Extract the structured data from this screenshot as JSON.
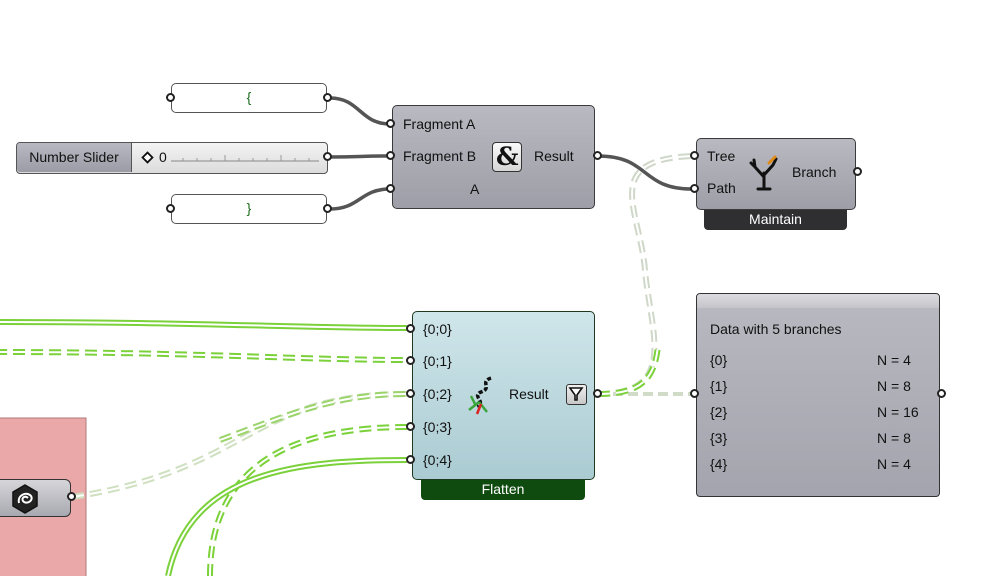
{
  "canvas": {
    "wire_green": "#7bd13a",
    "wire_grey": "#555555",
    "wire_ghost": "#c9d6c0"
  },
  "panel_open": {
    "text": "{"
  },
  "panel_close": {
    "text": "}"
  },
  "number_slider": {
    "name": "Number Slider",
    "value": "0"
  },
  "concatenate": {
    "inputs": [
      "Fragment A",
      "Fragment B",
      "A"
    ],
    "output": "Result",
    "icon": "ampersand-icon"
  },
  "tree_branch": {
    "inputs": [
      "Tree",
      "Path"
    ],
    "output": "Branch",
    "footer": "Maintain",
    "icon": "tree-icon"
  },
  "flatten": {
    "inputs": [
      "{0;0}",
      "{0;1}",
      "{0;2}",
      "{0;3}",
      "{0;4}"
    ],
    "output": "Result",
    "footer": "Flatten",
    "icon": "flatten-helix-icon",
    "accent": "#c5e0e5",
    "footer_color": "#0f4a0f"
  },
  "data_panel": {
    "header": "Data with 5 branches",
    "rows": [
      {
        "path": "{0}",
        "count": "N = 4"
      },
      {
        "path": "{1}",
        "count": "N = 8"
      },
      {
        "path": "{2}",
        "count": "N = 16"
      },
      {
        "path": "{3}",
        "count": "N = 8"
      },
      {
        "path": "{4}",
        "count": "N = 4"
      }
    ]
  },
  "group_color": "#eaa8a8",
  "left_component": {
    "icon": "hex-swirl-icon"
  }
}
